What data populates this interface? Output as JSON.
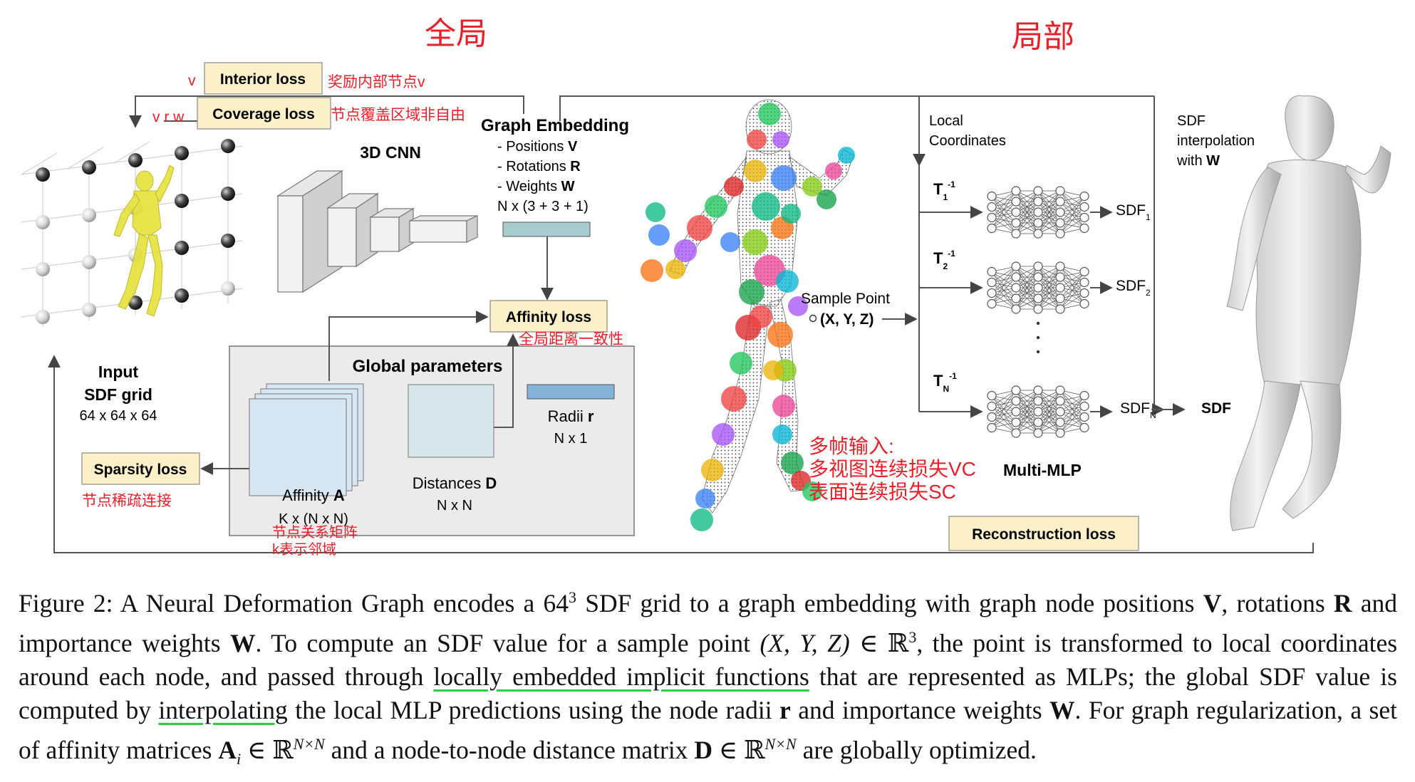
{
  "annotations": {
    "global_cn": "全局",
    "local_cn": "局部",
    "v_mark": "v",
    "vrw_mark": "v r w",
    "interior_cn": "奖励内部节点v",
    "coverage_cn": "节点覆盖区域非自由",
    "affinity_cn": "全局距离一致性",
    "sparsity_cn": "节点稀疏连接",
    "affinity_matrix_cn_1": "节点关系矩阵",
    "affinity_matrix_cn_2": "k表示邻域",
    "multiframe_cn_1": "多帧输入:",
    "multiframe_cn_2": "多视图连续损失VC",
    "multiframe_cn_3": "表面连续损失SC"
  },
  "losses": {
    "interior": "Interior loss",
    "coverage": "Coverage loss",
    "affinity": "Affinity loss",
    "sparsity": "Sparsity loss",
    "reconstruction": "Reconstruction loss"
  },
  "input": {
    "title_1": "Input",
    "title_2": "SDF grid",
    "dims": "64 x 64 x 64"
  },
  "cnn": {
    "label": "3D CNN"
  },
  "embedding": {
    "title": "Graph Embedding",
    "item_positions": "- Positions ",
    "item_positions_sym": "V",
    "item_rotations": "- Rotations ",
    "item_rotations_sym": "R",
    "item_weights": "- Weights ",
    "item_weights_sym": "W",
    "dims": "N x (3 + 3 + 1)"
  },
  "global_params": {
    "title": "Global parameters",
    "affinity_label": "Affinity ",
    "affinity_sym": "A",
    "affinity_dims": "K x (N x N)",
    "distances_label": "Distances ",
    "distances_sym": "D",
    "distances_dims": "N x N",
    "radii_label": "Radii ",
    "radii_sym": "r",
    "radii_dims": "N x 1"
  },
  "local": {
    "coords_1": "Local",
    "coords_2": "Coordinates",
    "sample_1": "Sample Point",
    "sample_2": "(X, Y, Z)",
    "t1": "T",
    "t1_sub": "1",
    "t2": "T",
    "t2_sub": "2",
    "tn": "T",
    "tn_sub": "N",
    "t_sup": "-1",
    "sdf1": "SDF",
    "sdf1_sub": "1",
    "sdf2": "SDF",
    "sdf2_sub": "2",
    "sdfn": "SDF",
    "sdfn_sub": "N",
    "multi_mlp": "Multi-MLP",
    "interp_1": "SDF",
    "interp_2": "interpolation",
    "interp_3": "with ",
    "interp_sym": "W",
    "sdf_out": "SDF"
  },
  "caption": {
    "p1": "Figure 2: A Neural Deformation Graph encodes a 64",
    "p1_sup": "3",
    "p2": " SDF grid to a graph embedding with graph node positions ",
    "V": "V",
    "p3": ", rotations ",
    "R": "R",
    "p4": " and importance weights ",
    "W": "W",
    "p5": ". To compute an SDF value for a sample point ",
    "xyz": "(X, Y, Z)",
    "p6": " ∈ ℝ",
    "p6_sup": "3",
    "p7": ", the point is transformed to local coordinates around each node, and passed through ",
    "hl1": "locally embedded implicit functions",
    "p8": " that are represented as MLPs; the global SDF value is computed by ",
    "hl2": "interpolating",
    "p9": " the local MLP predictions using the node radii ",
    "r": "r",
    "p10": " and importance weights ",
    "W2": "W",
    "p11": ". For graph regularization, a set of affinity matrices ",
    "A": "A",
    "A_sub": "i",
    "p12": " ∈ ℝ",
    "p12_sup": "N×N",
    "p13": " and a node-to-node distance matrix ",
    "D": "D",
    "p14": " ∈ ℝ",
    "p14_sup": "N×N",
    "p15": " are globally optimized."
  },
  "colors": {
    "annotation_red": "#e8202a",
    "loss_box_fill": "#fbf0c8",
    "panel_gray": "#ebebeb",
    "teal_block": "#a8cccf",
    "blue_block": "#86b2d8",
    "highlight_green": "#2ecc40"
  }
}
